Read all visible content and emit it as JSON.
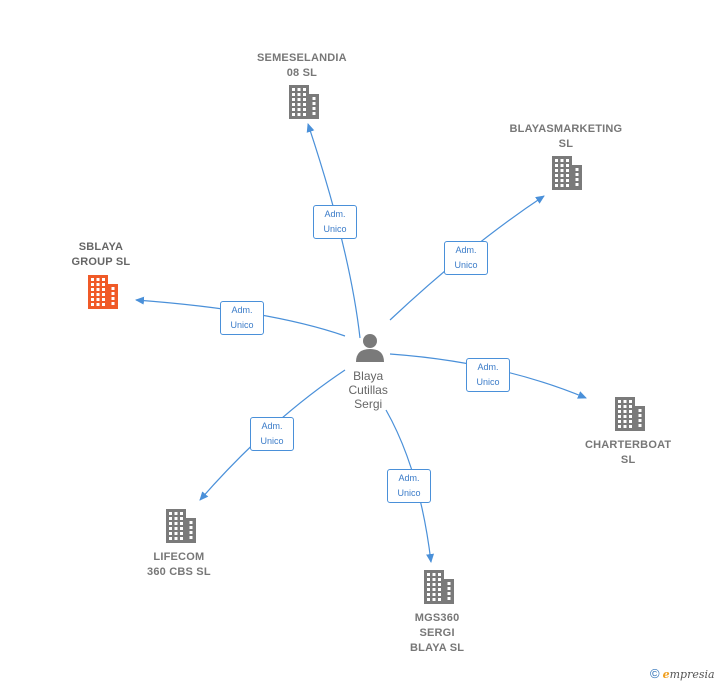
{
  "center": {
    "name_lines": [
      "Blaya",
      "Cutillas",
      "Sergi"
    ]
  },
  "companies": [
    {
      "id": "semeselandia",
      "lines": [
        "SEMESELANDIA",
        "08 SL"
      ],
      "highlight": false
    },
    {
      "id": "blayasmarketing",
      "lines": [
        "BLAYASMARKETING",
        "SL"
      ],
      "highlight": false
    },
    {
      "id": "sblaya",
      "lines": [
        "SBLAYA",
        "GROUP  SL"
      ],
      "highlight": true
    },
    {
      "id": "charterboat",
      "lines": [
        "CHARTERBOAT",
        "SL"
      ],
      "highlight": false
    },
    {
      "id": "lifecom",
      "lines": [
        "LIFECOM",
        "360 CBS  SL"
      ],
      "highlight": false
    },
    {
      "id": "mgs360",
      "lines": [
        "MGS360",
        "SERGI",
        "BLAYA SL"
      ],
      "highlight": false
    }
  ],
  "edges": [
    {
      "target": "semeselandia",
      "label_lines": [
        "Adm.",
        "Unico"
      ]
    },
    {
      "target": "blayasmarketing",
      "label_lines": [
        "Adm.",
        "Unico"
      ]
    },
    {
      "target": "sblaya",
      "label_lines": [
        "Adm.",
        "Unico"
      ]
    },
    {
      "target": "charterboat",
      "label_lines": [
        "Adm.",
        "Unico"
      ]
    },
    {
      "target": "lifecom",
      "label_lines": [
        "Adm.",
        "Unico"
      ]
    },
    {
      "target": "mgs360",
      "label_lines": [
        "Adm.",
        "Unico"
      ]
    }
  ],
  "colors": {
    "edge": "#4a90d9",
    "building": "#7a7a7a",
    "building_highlight": "#f05a28",
    "person": "#7a7a7a"
  },
  "footer": {
    "copyright": "©",
    "brand_first": "e",
    "brand_rest": "mpresia"
  }
}
